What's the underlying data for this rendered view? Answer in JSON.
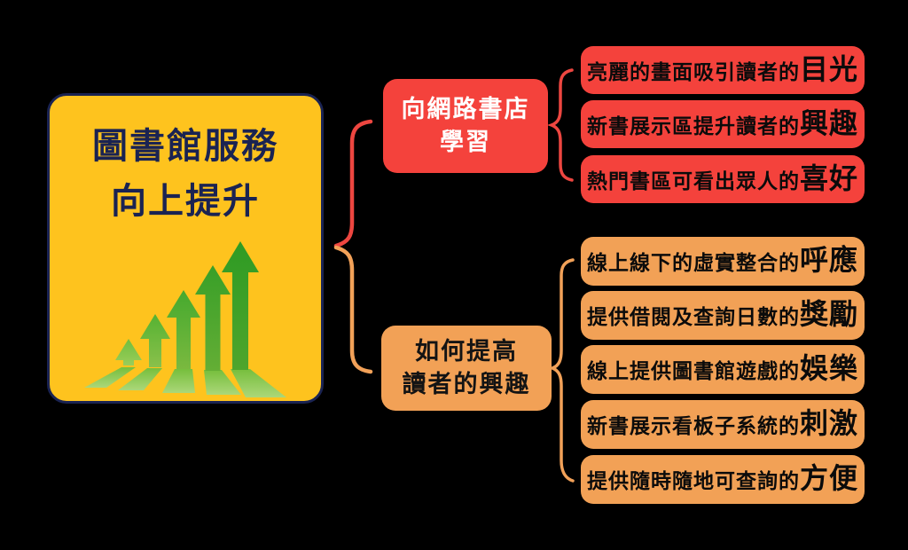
{
  "main_topic": {
    "line1": "圖書館服務",
    "line2": "向上提升",
    "icon": "growth-arrows-icon",
    "fill_color": "#FEC31E",
    "border_color": "#1A2352",
    "text_color": "#1A2352"
  },
  "branches": [
    {
      "id": "learn-from-online-bookstore",
      "line1": "向網路書店",
      "line2": "學習",
      "fill_color": "#F4423C",
      "text_color": "#FFFFFF",
      "items": [
        {
          "lead": "亮麗的畫面吸引讀者的",
          "emphasis": "目光"
        },
        {
          "lead": "新書展示區提升讀者的",
          "emphasis": "興趣"
        },
        {
          "lead": "熱門書區可看出眾人的",
          "emphasis": "喜好"
        }
      ]
    },
    {
      "id": "how-to-raise-reader-interest",
      "line1": "如何提高",
      "line2": "讀者的興趣",
      "fill_color": "#F2A156",
      "text_color": "#141414",
      "items": [
        {
          "lead": "線上線下的虛實整合的",
          "emphasis": "呼應"
        },
        {
          "lead": "提供借閱及查詢日數的",
          "emphasis": "獎勵"
        },
        {
          "lead": "線上提供圖書館遊戲的",
          "emphasis": "娛樂"
        },
        {
          "lead": "新書展示看板子系統的",
          "emphasis": "刺激"
        },
        {
          "lead": "提供隨時隨地可查詢的",
          "emphasis": "方便"
        }
      ]
    }
  ],
  "connectors": {
    "main_brace_top_color": "#ED4640",
    "main_brace_bottom_color": "#F2A158",
    "branch_brace_red_color": "#ED4640",
    "branch_brace_orange_color": "#F2A158"
  },
  "background_color": "#000000"
}
